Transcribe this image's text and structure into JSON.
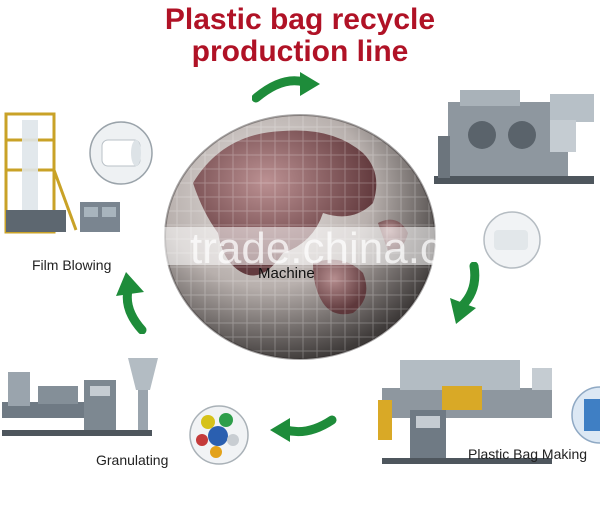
{
  "title": {
    "line1": "Plastic bag recycle",
    "line2": "production line"
  },
  "center": {
    "label_partial": "Machine"
  },
  "steps": [
    {
      "label": "Film Blowing"
    },
    {
      "label": "Granulating"
    },
    {
      "label": "Plastic Bag Making"
    }
  ],
  "watermark": "trade.china.cn",
  "colors": {
    "title": "#b01226",
    "arrow": "#1e8c3a"
  },
  "icons": [
    "recycle-arrow-icon",
    "globe-image",
    "film-blowing-machine-image",
    "printing-machine-image",
    "granulator-machine-image",
    "bag-making-machine-image",
    "plastic-pellets-image",
    "film-roll-image"
  ]
}
